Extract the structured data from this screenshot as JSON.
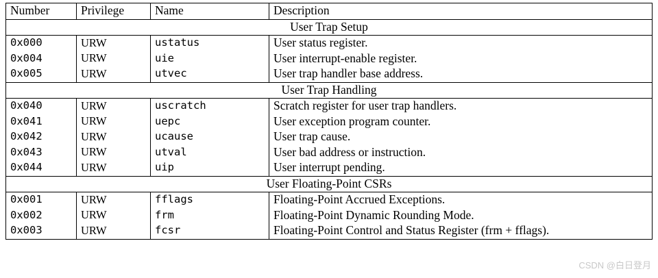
{
  "table": {
    "columns": [
      "Number",
      "Privilege",
      "Name",
      "Description"
    ],
    "sections": [
      {
        "title": "User Trap Setup",
        "rows": [
          {
            "number": "0x000",
            "privilege": "URW",
            "name": "ustatus",
            "description": "User status register."
          },
          {
            "number": "0x004",
            "privilege": "URW",
            "name": "uie",
            "description": "User interrupt-enable register."
          },
          {
            "number": "0x005",
            "privilege": "URW",
            "name": "utvec",
            "description": "User trap handler base address."
          }
        ]
      },
      {
        "title": "User Trap Handling",
        "rows": [
          {
            "number": "0x040",
            "privilege": "URW",
            "name": "uscratch",
            "description": "Scratch register for user trap handlers."
          },
          {
            "number": "0x041",
            "privilege": "URW",
            "name": "uepc",
            "description": "User exception program counter."
          },
          {
            "number": "0x042",
            "privilege": "URW",
            "name": "ucause",
            "description": "User trap cause."
          },
          {
            "number": "0x043",
            "privilege": "URW",
            "name": "utval",
            "description": "User bad address or instruction."
          },
          {
            "number": "0x044",
            "privilege": "URW",
            "name": "uip",
            "description": "User interrupt pending."
          }
        ]
      },
      {
        "title": "User Floating-Point CSRs",
        "rows": [
          {
            "number": "0x001",
            "privilege": "URW",
            "name": "fflags",
            "description": "Floating-Point Accrued Exceptions."
          },
          {
            "number": "0x002",
            "privilege": "URW",
            "name": "frm",
            "description": "Floating-Point Dynamic Rounding Mode."
          },
          {
            "number": "0x003",
            "privilege": "URW",
            "name": "fcsr",
            "description": "Floating-Point Control and Status Register (frm + fflags)."
          }
        ]
      }
    ]
  },
  "watermark": {
    "text": "CSDN @白日登月"
  }
}
